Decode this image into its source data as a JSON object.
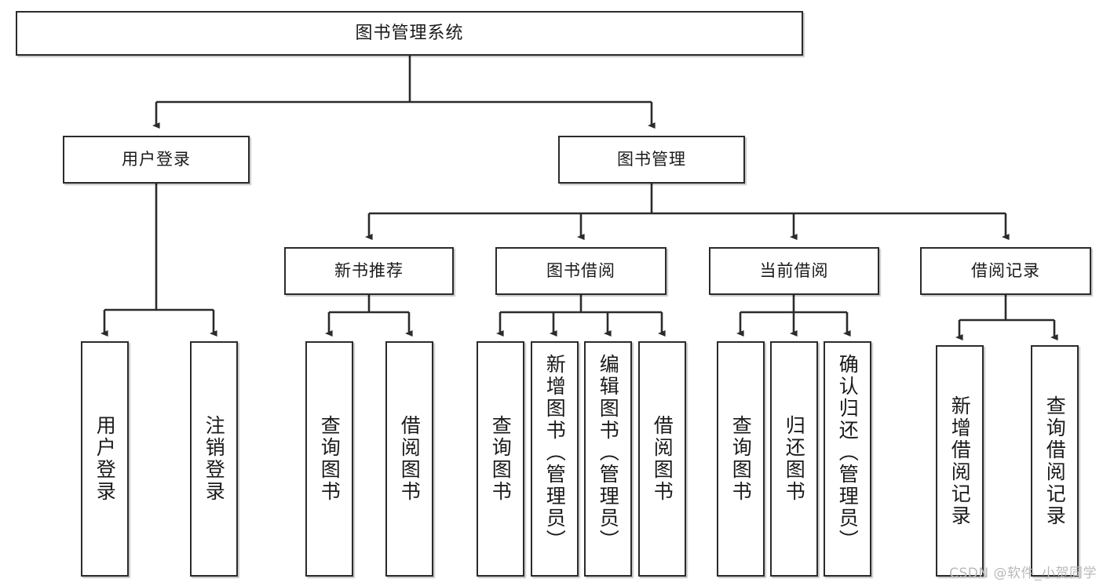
{
  "diagram": {
    "title": "图书管理系统",
    "type": "hierarchy-tree",
    "watermark": "CSDN @软件_小贺同学",
    "colors": {
      "box_border": "#2b2b2b",
      "box_fill": "#ffffff",
      "connector": "#2b2b2b",
      "background": "#ffffff",
      "watermark": "#b9b9b9"
    },
    "nodes": {
      "root": {
        "label": "图书管理系统"
      },
      "level2": [
        {
          "id": "user-login",
          "label": "用户登录"
        },
        {
          "id": "book-manage",
          "label": "图书管理"
        }
      ],
      "level3": [
        {
          "id": "new-book-rec",
          "label": "新书推荐"
        },
        {
          "id": "book-borrow",
          "label": "图书借阅"
        },
        {
          "id": "current-borrow",
          "label": "当前借阅"
        },
        {
          "id": "borrow-record",
          "label": "借阅记录"
        }
      ],
      "leaves": {
        "user_login": [
          {
            "id": "leaf-user-login",
            "label": "用户登录"
          },
          {
            "id": "leaf-user-logout",
            "label": "注销登录"
          }
        ],
        "new_book_rec": [
          {
            "id": "leaf-query-book-1",
            "label": "查询图书"
          },
          {
            "id": "leaf-borrow-book-1",
            "label": "借阅图书"
          }
        ],
        "book_borrow": [
          {
            "id": "leaf-query-book-2",
            "label": "查询图书"
          },
          {
            "id": "leaf-add-book",
            "label": "新增图书（管理员）"
          },
          {
            "id": "leaf-edit-book",
            "label": "编辑图书（管理员）"
          },
          {
            "id": "leaf-borrow-book-2",
            "label": "借阅图书"
          }
        ],
        "current_borrow": [
          {
            "id": "leaf-query-book-3",
            "label": "查询图书"
          },
          {
            "id": "leaf-return-book",
            "label": "归还图书"
          },
          {
            "id": "leaf-confirm-return",
            "label": "确认归还（管理员）"
          }
        ],
        "borrow_record": [
          {
            "id": "leaf-add-record",
            "label": "新增借阅记录"
          },
          {
            "id": "leaf-query-record",
            "label": "查询借阅记录"
          }
        ]
      }
    }
  }
}
